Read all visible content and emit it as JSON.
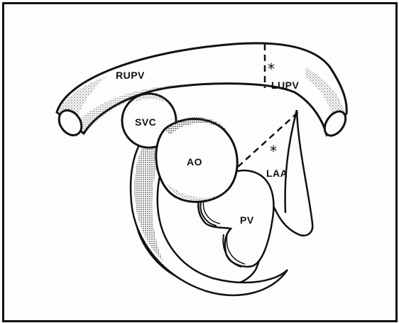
{
  "colors": {
    "ink": "#111111",
    "paper": "#fdfdfb",
    "stipple": "#555555"
  },
  "labels": {
    "rupv": "RUPV",
    "lupv": "LUPV",
    "svc": "SVC",
    "ao": "AO",
    "laa": "LAA",
    "pv": "PV"
  },
  "markers": {
    "asterisk_upper": "*",
    "asterisk_lower": "*"
  }
}
